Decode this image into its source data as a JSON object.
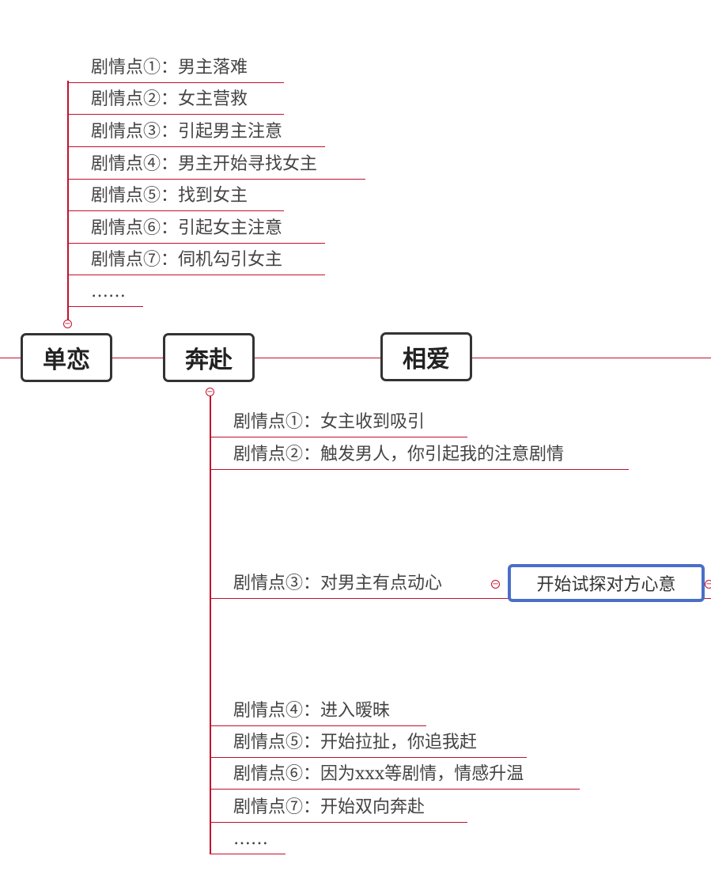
{
  "main_nodes": {
    "single_love": "单恋",
    "rush": "奔赴",
    "in_love": "相爱"
  },
  "single_love_points": [
    "剧情点①：男主落难",
    "剧情点②：女主营救",
    "剧情点③：引起男主注意",
    "剧情点④：男主开始寻找女主",
    "剧情点⑤：找到女主",
    "剧情点⑥：引起女主注意",
    "剧情点⑦：伺机勾引女主",
    "……"
  ],
  "rush_points": [
    "剧情点①：女主收到吸引",
    "剧情点②：触发男人，你引起我的注意剧情",
    "剧情点③：对男主有点动心",
    "剧情点④：进入暧昧",
    "剧情点⑤：开始拉扯，你追我赶",
    "剧情点⑥：因为xxx等剧情，情感升温",
    "剧情点⑦：开始双向奔赴",
    "……"
  ],
  "sub_topic": "开始试探对方心意",
  "icons": {
    "toggle": "collapse-minus-icon"
  },
  "colors": {
    "connector": "#c2102c",
    "node_border": "#333333",
    "highlight_border": "#4a6fc7"
  }
}
